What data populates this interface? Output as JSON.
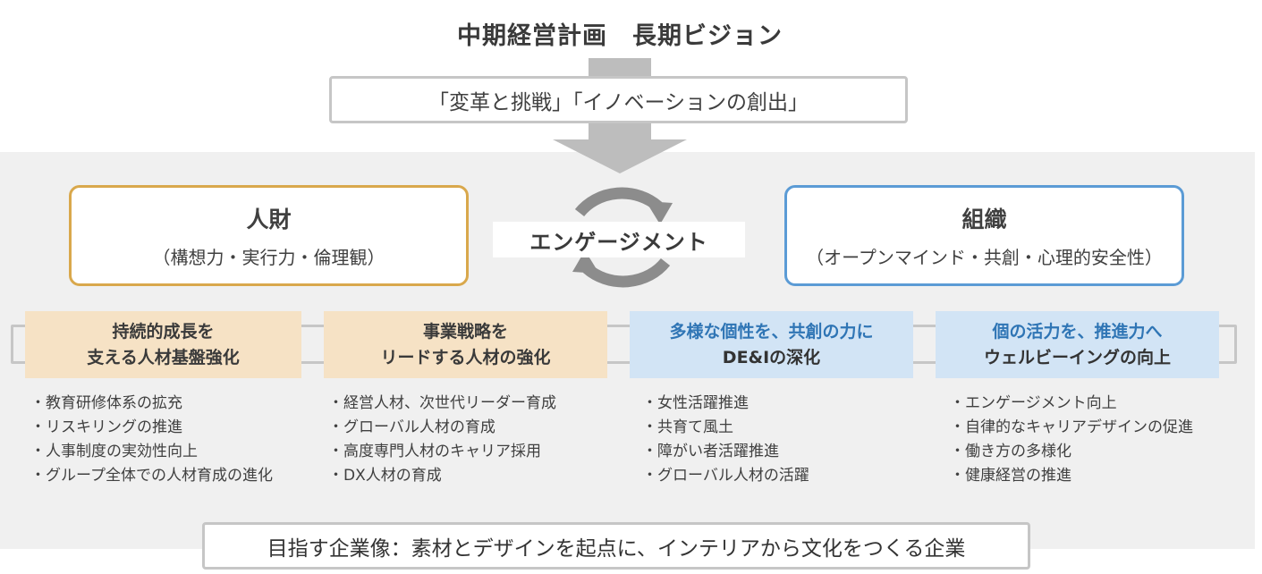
{
  "header": {
    "title": "中期経営計画　長期ビジョン",
    "slogan": "「変革と挑戦」「イノベーションの創出」"
  },
  "pillars": {
    "left": {
      "title": "人財",
      "subtitle": "（構想力・実行力・倫理観）",
      "border_color": "#d9a84c"
    },
    "right": {
      "title": "組織",
      "subtitle": "（オープンマインド・共創・心理的安全性）",
      "border_color": "#5b9bd5"
    }
  },
  "center": {
    "label": "エンゲージメント"
  },
  "themes": [
    {
      "line1": "持続的成長を",
      "line2": "支える人材基盤強化",
      "bullets": [
        "・教育研修体系の拡充",
        "・リスキリングの推進",
        "・人事制度の実効性向上",
        "・グループ全体での人材育成の進化"
      ]
    },
    {
      "line1": "事業戦略を",
      "line2": "リードする人材の強化",
      "bullets": [
        "・経営人材、次世代リーダー育成",
        "・グローバル人材の育成",
        "・高度専門人材のキャリア採用",
        "・DX人材の育成"
      ]
    },
    {
      "line1": "多様な個性を、共創の力に",
      "line2": "DE&Iの深化",
      "bullets": [
        "・女性活躍推進",
        "・共育て風土",
        "・障がい者活躍推進",
        "・グローバル人材の活躍"
      ]
    },
    {
      "line1": "個の活力を、推進力へ",
      "line2": "ウェルビーイングの向上",
      "bullets": [
        "・エンゲージメント向上",
        "・自律的なキャリアデザインの促進",
        "・働き方の多様化",
        "・健康経営の推進"
      ]
    }
  ],
  "goal": {
    "text": "目指す企業像：素材とデザインを起点に、インテリアから文化をつくる企業"
  },
  "colors": {
    "peach": "#f6e2c5",
    "light_blue": "#d2e4f5",
    "blue_text": "#2f75b5",
    "panel": "#f0f0f0",
    "arrow": "#bdbdbd"
  }
}
